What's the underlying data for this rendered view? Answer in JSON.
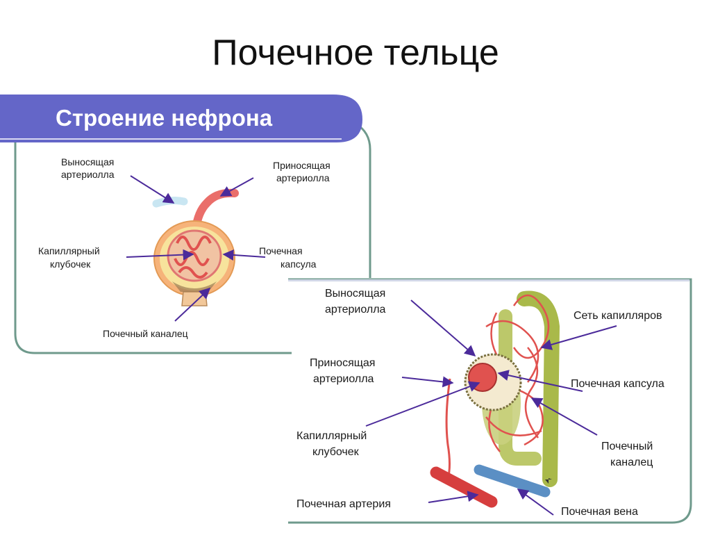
{
  "slide": {
    "title": "Почечное тельце"
  },
  "panel1": {
    "heading": "Строение нефрона",
    "labels": {
      "efferent_l1": "Выносящая",
      "efferent_l2": "артериолла",
      "afferent_l1": "Приносящая",
      "afferent_l2": "артериолла",
      "glomerulus_l1": "Капиллярный",
      "glomerulus_l2": "клубочек",
      "capsule_l1": "Почечная",
      "capsule_l2": "капсула",
      "tubule": "Почечный каналец"
    }
  },
  "panel2": {
    "labels": {
      "efferent_l1": "Выносящая",
      "efferent_l2": "артериолла",
      "afferent_l1": "Приносящая",
      "afferent_l2": "артериолла",
      "glomerulus_l1": "Капиллярный",
      "glomerulus_l2": "клубочек",
      "artery": "Почечная артерия",
      "network": "Сеть капилляров",
      "capsule": "Почечная капсула",
      "tubule_l1": "Почечный",
      "tubule_l2": "каналец",
      "vein": "Почечная вена"
    }
  },
  "colors": {
    "accent": "#6466c8",
    "frame": "#6f9a8c",
    "arrow": "#4b2a9a",
    "vessel": "#e0524f",
    "vein": "#5b8fc4"
  }
}
